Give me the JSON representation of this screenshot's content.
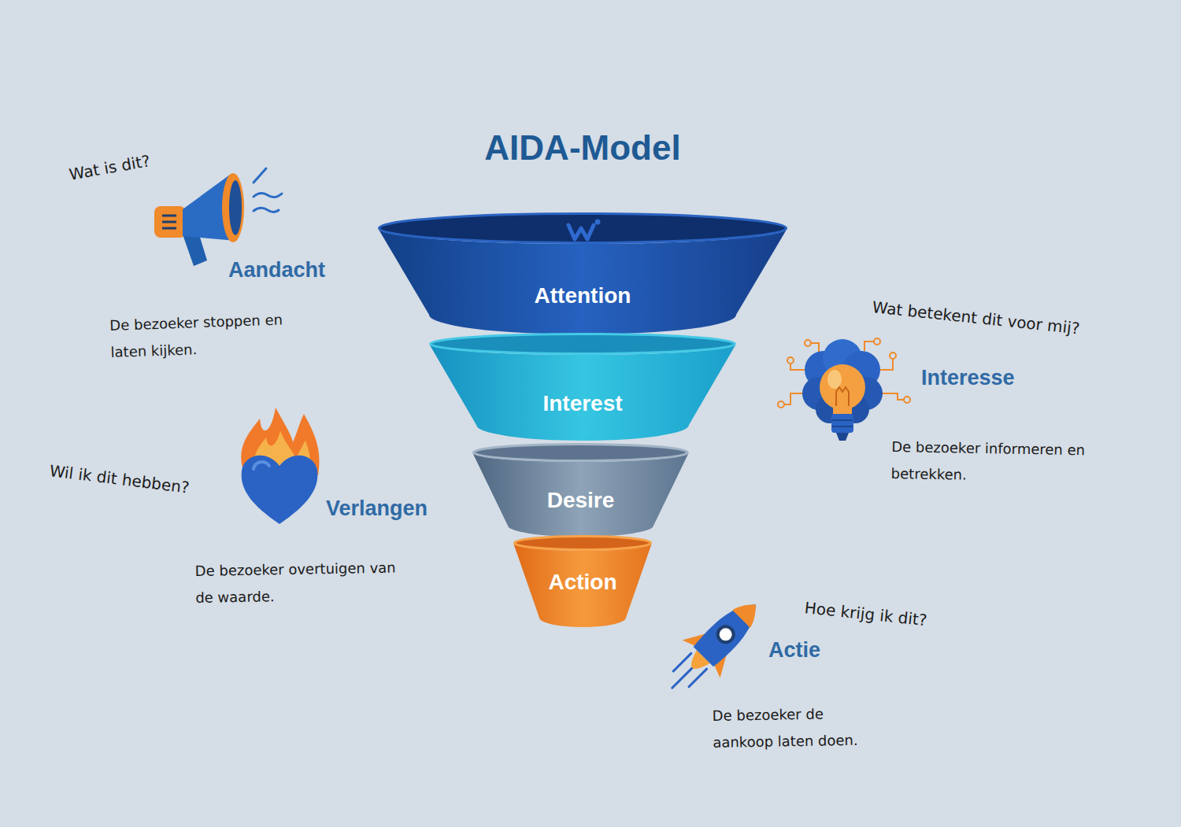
{
  "diagram": {
    "title": "AIDA-Model",
    "nodes": [
      {
        "text": [
          "Attention"
        ]
      },
      {
        "text": [
          "Interest"
        ]
      },
      {
        "text": [
          "Desire"
        ]
      },
      {
        "text": [
          "Action"
        ]
      }
    ],
    "labels": [
      "Wat is dit?",
      "Aandacht",
      "De bezoeker stoppen en laten kijken.",
      "Wat betekent dit voor mij?",
      "Interesse",
      "De bezoeker informeren en betrekken.",
      "Wil ik dit hebben?",
      "Verlangen",
      "De bezoeker overtuigen van de waarde.",
      "Hoe krijg ik dit?",
      "Actie",
      "De bezoeker de aankoop laten doen."
    ]
  }
}
